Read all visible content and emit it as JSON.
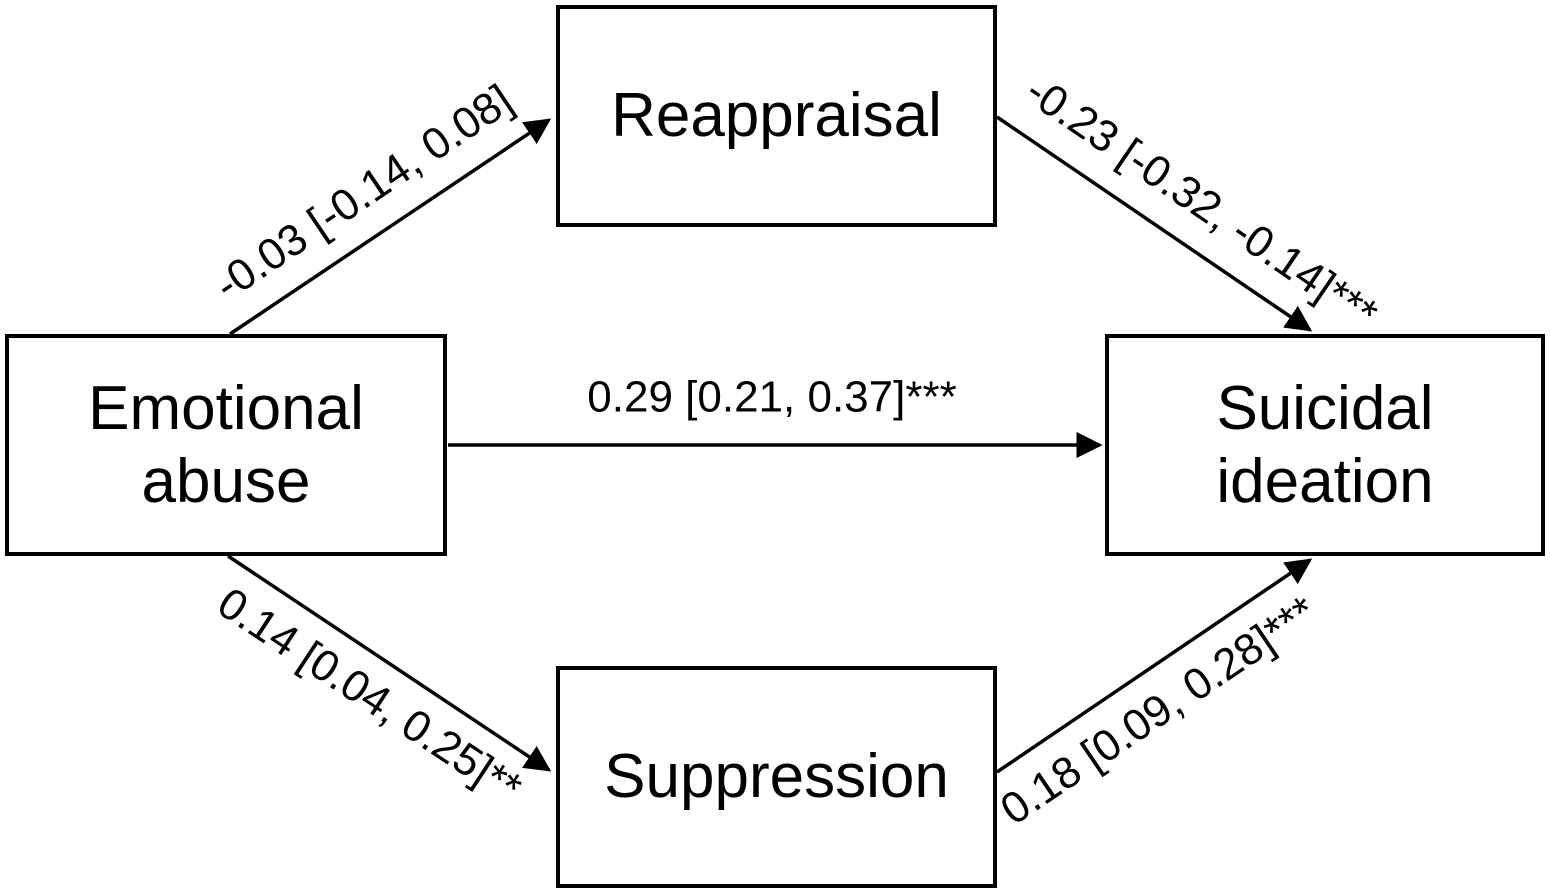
{
  "style": {
    "background": "#ffffff",
    "line_color": "#000000",
    "text_color": "#000000"
  },
  "nodes": {
    "emotional_abuse": {
      "label": "Emotional abuse",
      "lines": [
        "Emotional",
        "abuse"
      ]
    },
    "reappraisal": {
      "label": "Reappraisal",
      "lines": [
        "Reappraisal"
      ]
    },
    "suppression": {
      "label": "Suppression",
      "lines": [
        "Suppression"
      ]
    },
    "suicidal_ideation": {
      "label": "Suicidal ideation",
      "lines": [
        "Suicidal",
        "ideation"
      ]
    }
  },
  "edges": {
    "ea_to_reappraisal": {
      "from": "Emotional abuse",
      "to": "Reappraisal",
      "label": "-0.03 [-0.14, 0.08]"
    },
    "reappraisal_to_si": {
      "from": "Reappraisal",
      "to": "Suicidal ideation",
      "label": "-0.23 [-0.32, -0.14]***"
    },
    "ea_to_si": {
      "from": "Emotional abuse",
      "to": "Suicidal ideation",
      "label": "0.29 [0.21, 0.37]***"
    },
    "ea_to_suppression": {
      "from": "Emotional abuse",
      "to": "Suppression",
      "label": "0.14 [0.04, 0.25]**"
    },
    "suppression_to_si": {
      "from": "Suppression",
      "to": "Suicidal ideation",
      "label": "0.18 [0.09, 0.28]***"
    }
  }
}
